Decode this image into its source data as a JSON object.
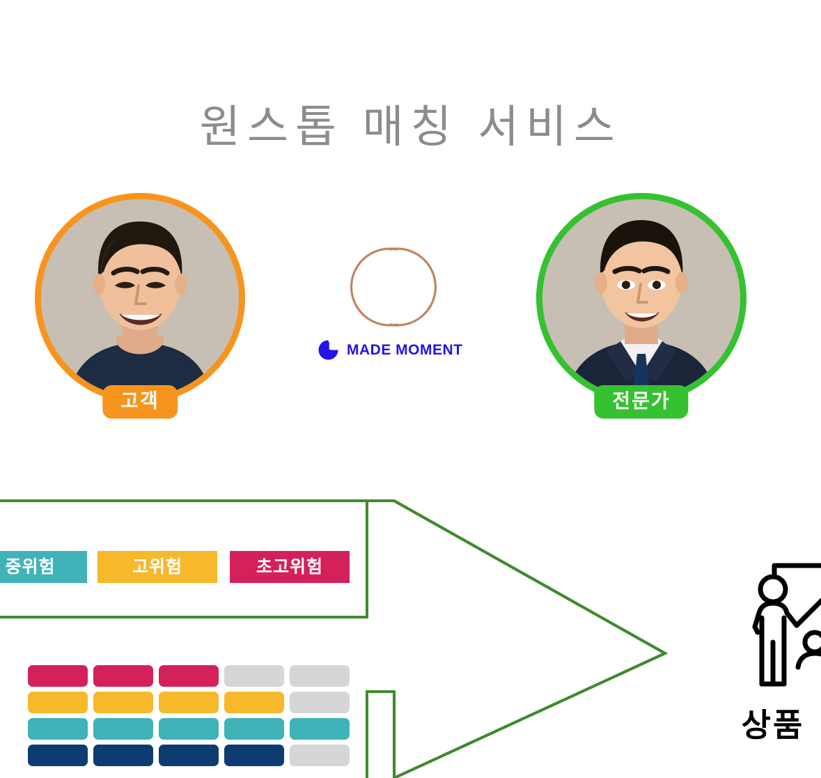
{
  "page": {
    "title": "원스톱 매칭 서비스",
    "title_color": "#8c8c8c",
    "background": "#ffffff"
  },
  "brand": {
    "wordmark": "MADE MOMENT",
    "wordmark_color": "#2313e8",
    "mark_color": "#c08560",
    "mark_description": "two-overlapping-circles"
  },
  "people": [
    {
      "role_key": "customer",
      "badge_label": "고객",
      "ring_color": "#f7941e",
      "badge_color": "#f7941e",
      "photo_description": "smiling-man-navy-sweater"
    },
    {
      "role_key": "expert",
      "badge_label": "전문가",
      "ring_color": "#35c130",
      "badge_color": "#35c130",
      "photo_description": "smiling-man-suit-and-tie"
    }
  ],
  "risk_bars": [
    {
      "label": "중위험",
      "color": "#3fb3b8"
    },
    {
      "label": "고위험",
      "color": "#f7b82b"
    },
    {
      "label": "초고위험",
      "color": "#d4215a"
    }
  ],
  "cell_grid": {
    "rows": 4,
    "columns": 5,
    "colors": {
      "crimson": "#d4215a",
      "amber": "#f7b82b",
      "teal": "#3fb3b8",
      "navy": "#0e3c70",
      "empty": "#d4d6d8"
    },
    "matrix": [
      [
        "crimson",
        "crimson",
        "crimson",
        "empty",
        "empty"
      ],
      [
        "amber",
        "amber",
        "amber",
        "amber",
        "empty"
      ],
      [
        "teal",
        "teal",
        "teal",
        "teal",
        "teal"
      ],
      [
        "navy",
        "navy",
        "navy",
        "navy",
        "empty"
      ]
    ]
  },
  "arrow": {
    "color": "#3f8a2e",
    "direction": "right",
    "stroke_width": 4
  },
  "product": {
    "label": "상품",
    "icon_name": "presenter-with-chart-icon",
    "icon_color": "#000000"
  }
}
